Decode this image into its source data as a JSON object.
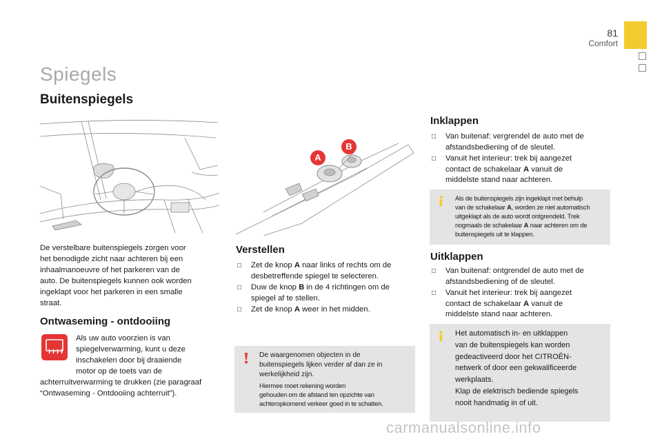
{
  "header": {
    "page_number": "81",
    "section": "Comfort"
  },
  "title": "Spiegels",
  "subtitle": "Buitenspiegels",
  "intro": {
    "lines": [
      "De verstelbare buitenspiegels zorgen voor",
      "het benodigde zicht naar achteren bij een",
      "inhaalmanoeuvre of het parkeren van de",
      "auto. De buitenspiegels kunnen ook worden",
      "ingeklapt voor het parkeren in een smalle",
      "straat."
    ]
  },
  "ontwaseming": {
    "heading": "Ontwaseming - ontdooiing",
    "lines_indented": [
      "Als uw auto voorzien is van",
      "spiegelverwarming, kunt u deze",
      "inschakelen door bij draaiende",
      "motor op de toets van de"
    ],
    "lines_full": [
      "achterruitverwarming te drukken (zie paragraaf",
      "“Ontwaseming - Ontdooiing achterruit”)."
    ]
  },
  "verstellen": {
    "heading": "Verstellen",
    "items": [
      [
        "Zet de knop ",
        "A",
        " naar links of rechts om de",
        "desbetreffende spiegel te selecteren."
      ],
      [
        "Duw de knop ",
        "B",
        " in de 4 richtingen om de",
        "spiegel af te stellen."
      ],
      [
        "Zet de knop ",
        "A",
        " weer in het midden.",
        ""
      ]
    ]
  },
  "warning_note": {
    "lines": [
      "De waargenomen objecten in de",
      "buitenspiegels lijken verder af dan ze in",
      "werkelijkheid zijn."
    ],
    "small_lines": [
      "Hiermee moet rekening worden",
      "gehouden om de afstand ten opzichte van",
      "achteropkomend verkeer goed in te schatten."
    ]
  },
  "inklappen": {
    "heading": "Inklappen",
    "item1": [
      "Van buitenaf: vergrendel de auto met de",
      "afstandsbediening of de sleutel."
    ],
    "item2": [
      "Vanuit het interieur: trek bij aangezet",
      "contact de schakelaar ",
      "A",
      " vanuit de",
      "middelste stand naar achteren."
    ]
  },
  "info_note_1": {
    "lines": [
      [
        "Als de buitenspiegels zijn ingeklapt met behulp"
      ],
      [
        "van de schakelaar ",
        "A",
        ", worden ze niet automatisch"
      ],
      [
        "uitgeklapt als de auto wordt ontgrendeld. Trek"
      ],
      [
        "nogmaals de schakelaar ",
        "A",
        " naar achteren om de"
      ],
      [
        "buitenspiegels uit te klappen."
      ]
    ]
  },
  "uitklappen": {
    "heading": "Uitklappen",
    "item1": [
      "Van buitenaf: ontgrendel de auto met de",
      "afstandsbediening of de sleutel."
    ],
    "item2": [
      "Vanuit het interieur: trek bij aangezet",
      "contact de schakelaar ",
      "A",
      " vanuit de",
      "middelste stand naar achteren."
    ]
  },
  "info_note_2": {
    "lines": [
      "Het automatisch in- en uitklappen",
      "van de buitenspiegels kan worden",
      "gedeactiveerd door het CITROËN-",
      "netwerk of door een gekwalificeerde",
      "werkplaats.",
      "Klap de elektrisch bediende spiegels",
      "nooit handmatig in of uit."
    ]
  },
  "illustration": {
    "label_a": "A",
    "label_b": "B"
  },
  "watermark": "carmanualsonline.info",
  "colors": {
    "accent_yellow": "#f3cb2e",
    "label_red": "#e53535",
    "info_yellow": "#f3cb2e",
    "warning_red": "#e53535",
    "note_gray": "#e4e4e4"
  }
}
